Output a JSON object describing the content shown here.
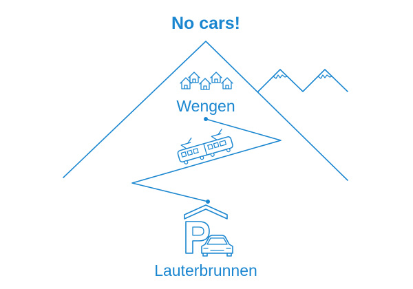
{
  "title": "No cars!",
  "places": {
    "top": "Wengen",
    "bottom": "Lauterbrunnen"
  },
  "icons": {
    "village": "houses-icon",
    "train": "train-icon",
    "parking": "parking-icon",
    "car": "car-icon",
    "peaks": "snowy-mountains-icon"
  },
  "colors": {
    "line": "#1a86d0",
    "background": "#ffffff"
  }
}
